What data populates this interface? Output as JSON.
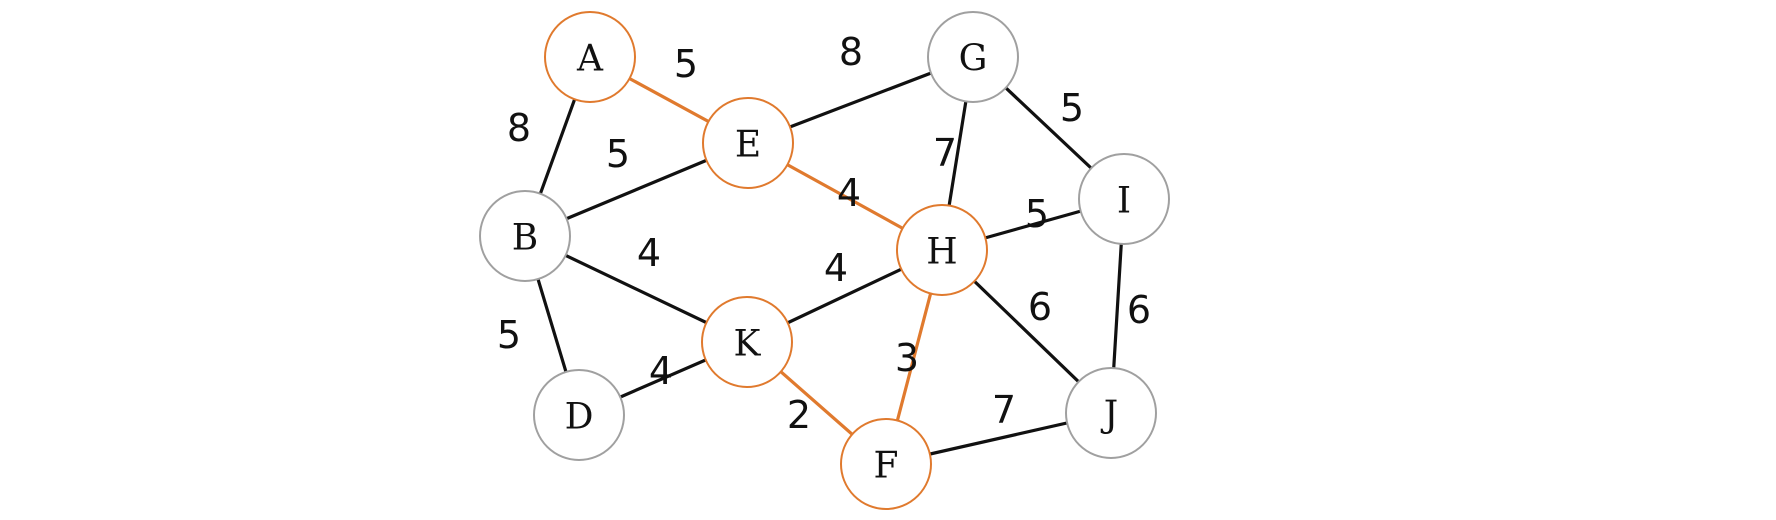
{
  "colors": {
    "highlight": "#E07A2E",
    "default_node_stroke": "#A0A0A0",
    "default_edge": "#111111"
  },
  "graph": {
    "nodes": [
      {
        "id": "A",
        "label": "A",
        "highlighted": true
      },
      {
        "id": "B",
        "label": "B",
        "highlighted": false
      },
      {
        "id": "D",
        "label": "D",
        "highlighted": false
      },
      {
        "id": "E",
        "label": "E",
        "highlighted": true
      },
      {
        "id": "K",
        "label": "K",
        "highlighted": true
      },
      {
        "id": "F",
        "label": "F",
        "highlighted": true
      },
      {
        "id": "G",
        "label": "G",
        "highlighted": false
      },
      {
        "id": "H",
        "label": "H",
        "highlighted": true
      },
      {
        "id": "I",
        "label": "I",
        "highlighted": false
      },
      {
        "id": "J",
        "label": "J",
        "highlighted": false
      }
    ],
    "edges": [
      {
        "from": "A",
        "to": "B",
        "weight": "8",
        "highlighted": false
      },
      {
        "from": "A",
        "to": "E",
        "weight": "5",
        "highlighted": true
      },
      {
        "from": "B",
        "to": "E",
        "weight": "5",
        "highlighted": false
      },
      {
        "from": "B",
        "to": "K",
        "weight": "4",
        "highlighted": false
      },
      {
        "from": "B",
        "to": "D",
        "weight": "5",
        "highlighted": false
      },
      {
        "from": "D",
        "to": "K",
        "weight": "4",
        "highlighted": false
      },
      {
        "from": "E",
        "to": "G",
        "weight": "8",
        "highlighted": false
      },
      {
        "from": "E",
        "to": "H",
        "weight": "4",
        "highlighted": true
      },
      {
        "from": "G",
        "to": "H",
        "weight": "7",
        "highlighted": false
      },
      {
        "from": "G",
        "to": "I",
        "weight": "5",
        "highlighted": false
      },
      {
        "from": "H",
        "to": "I",
        "weight": "5",
        "highlighted": false
      },
      {
        "from": "K",
        "to": "H",
        "weight": "4",
        "highlighted": false
      },
      {
        "from": "H",
        "to": "J",
        "weight": "6",
        "highlighted": false
      },
      {
        "from": "H",
        "to": "F",
        "weight": "3",
        "highlighted": true
      },
      {
        "from": "I",
        "to": "J",
        "weight": "6",
        "highlighted": false
      },
      {
        "from": "K",
        "to": "F",
        "weight": "2",
        "highlighted": true
      },
      {
        "from": "F",
        "to": "J",
        "weight": "7",
        "highlighted": false
      }
    ]
  }
}
